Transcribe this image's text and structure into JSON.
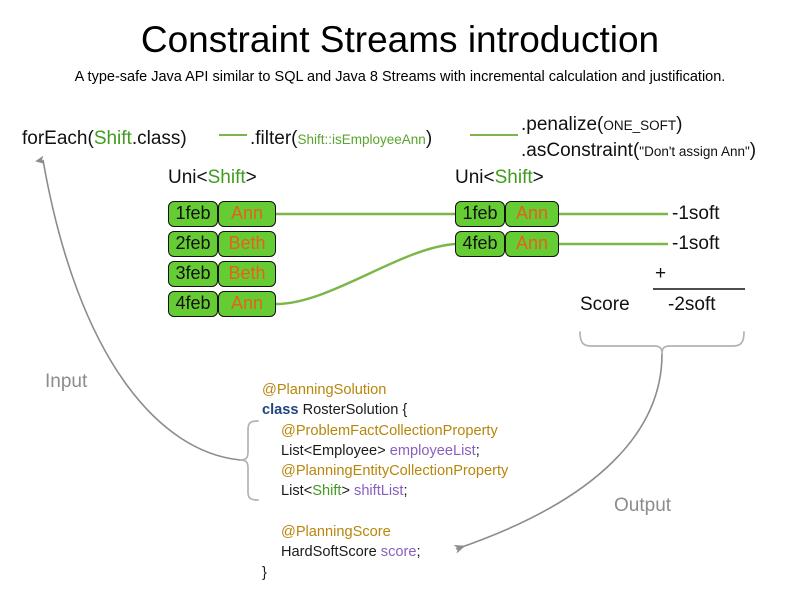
{
  "header": {
    "title": "Constraint Streams introduction",
    "subtitle": "A type-safe Java API similar to SQL and Java 8 Streams with incremental calculation and justification."
  },
  "pipeline": {
    "stages": [
      {
        "name": "forEach",
        "prefix": "forEach(",
        "type": "Shift",
        "suffix": ".class)"
      },
      {
        "name": "filter",
        "prefix": ".filter(",
        "type": "Shift",
        "arg": "::isEmployeeAnn",
        "suffix": ")"
      },
      {
        "name": "penalize",
        "prefix": ".penalize(",
        "arg": "ONE_SOFT",
        "suffix": ")"
      },
      {
        "name": "asConstraint",
        "prefix": ".asConstraint(",
        "arg": "\"Don't assign Ann\"",
        "suffix": ")"
      }
    ]
  },
  "streams": {
    "left": {
      "caption_prefix": "Uni<",
      "caption_type": "Shift",
      "caption_suffix": ">",
      "rows": [
        {
          "date": "1feb",
          "employee": "Ann"
        },
        {
          "date": "2feb",
          "employee": "Beth"
        },
        {
          "date": "3feb",
          "employee": "Beth"
        },
        {
          "date": "4feb",
          "employee": "Ann"
        }
      ]
    },
    "right": {
      "caption_prefix": "Uni<",
      "caption_type": "Shift",
      "caption_suffix": ">",
      "rows": [
        {
          "date": "1feb",
          "employee": "Ann"
        },
        {
          "date": "4feb",
          "employee": "Ann"
        }
      ]
    }
  },
  "score": {
    "penalties": [
      "-1soft",
      "-1soft"
    ],
    "operator": "+",
    "label": "Score",
    "total": "-2soft"
  },
  "labels": {
    "input": "Input",
    "output": "Output"
  },
  "code": {
    "lines": [
      {
        "text": "@PlanningSolution",
        "kind": "annotation",
        "indent": 0
      },
      {
        "text": "class RosterSolution {",
        "kind": "class-decl",
        "indent": 0
      },
      {
        "text": "@ProblemFactCollectionProperty",
        "kind": "annotation",
        "indent": 1
      },
      {
        "text": "List<Employee> employeeList;",
        "kind": "field",
        "indent": 1
      },
      {
        "text": "@PlanningEntityCollectionProperty",
        "kind": "annotation",
        "indent": 1
      },
      {
        "text": "List<Shift> shiftList;",
        "kind": "field",
        "indent": 1
      },
      {
        "text": "",
        "kind": "blank",
        "indent": 0
      },
      {
        "text": "@PlanningScore",
        "kind": "annotation",
        "indent": 1
      },
      {
        "text": "HardSoftScore score;",
        "kind": "field",
        "indent": 1
      },
      {
        "text": "}",
        "kind": "brace",
        "indent": 0
      }
    ],
    "tokens": {
      "annotation_1": "@PlanningSolution",
      "keyword_class": "class",
      "class_name": " RosterSolution {",
      "annotation_2": "@ProblemFactCollectionProperty",
      "field_2_type": "List<Employee> ",
      "field_2_name": "employeeList",
      "field_2_end": ";",
      "annotation_3": "@PlanningEntityCollectionProperty",
      "field_3_pre": "List<",
      "field_3_generic": "Shift",
      "field_3_mid": "> ",
      "field_3_name": "shiftList",
      "field_3_end": ";",
      "annotation_4": "@PlanningScore",
      "field_4_type": "HardSoftScore ",
      "field_4_name": "score",
      "field_4_end": ";",
      "closing_brace": "}"
    }
  },
  "colors": {
    "fact_fill": "#66cc33",
    "fact_border": "#111111",
    "employee_text": "#e8601c",
    "type_green": "#3f9c1e",
    "stream_line": "#7ab648",
    "annotation": "#b8860b",
    "keyword": "#23457e",
    "field": "#8a5ec0",
    "arrow_gray": "#8c8c8c",
    "rule_gray": "#4d4d4d",
    "background": "#ffffff"
  }
}
